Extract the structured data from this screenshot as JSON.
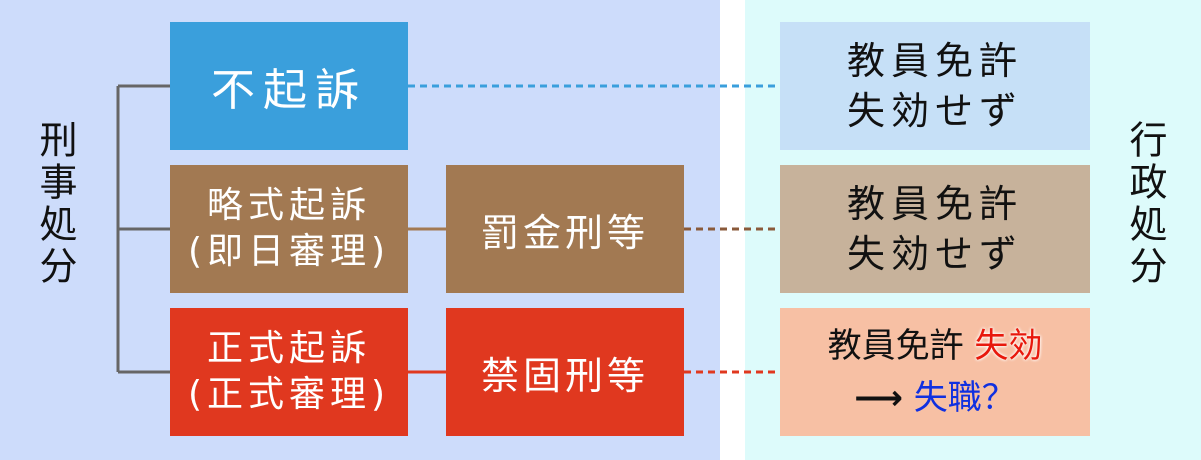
{
  "criminal_label": "刑事処分",
  "administrative_label": "行政処分",
  "branches": [
    {
      "box": "不起訴"
    },
    {
      "box": "略式起訴\n(即日審理)",
      "penalty": "罰金刑等"
    },
    {
      "box": "正式起訴\n(正式審理)",
      "penalty": "禁固刑等"
    }
  ],
  "results": [
    {
      "line1": "教員免許",
      "line2": "失効せず"
    },
    {
      "line1": "教員免許",
      "line2": "失効せず"
    },
    {
      "prefix": "教員免許",
      "highlight": "失効",
      "arrow": "⟶",
      "outcome": "失職？"
    }
  ],
  "colors": {
    "left_panel": "#cddcfb",
    "right_panel": "#ddfbfb",
    "blue": "#3a9fdc",
    "brown": "#a27952",
    "red": "#e0381f"
  }
}
